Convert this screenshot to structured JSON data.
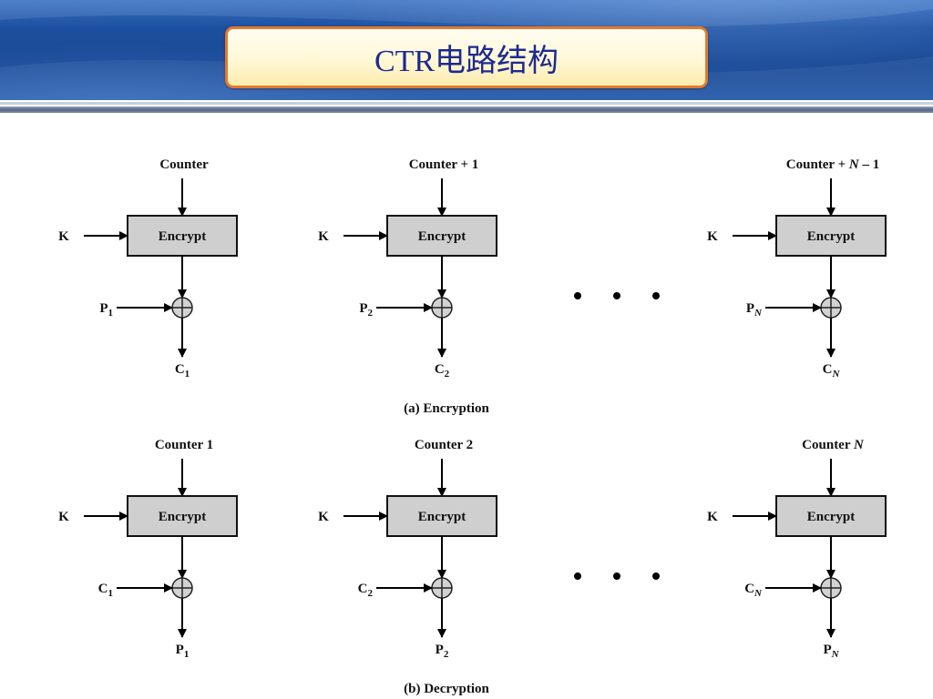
{
  "slide": {
    "title": "CTR电路结构"
  },
  "colors": {
    "header_blue": "#1c4f9f",
    "title_text": "#1d2a8f",
    "title_border": "#e5792b",
    "title_fill": "#fff8d6",
    "box_fill": "#cfcfcf"
  },
  "diagram": {
    "rows": [
      {
        "caption": "(a) Encryption",
        "key_label": "K",
        "function_label": "Encrypt",
        "stages": [
          {
            "counter": {
              "text": "Counter"
            },
            "input": {
              "base": "P",
              "sub": "1"
            },
            "output": {
              "base": "C",
              "sub": "1"
            }
          },
          {
            "counter": {
              "text": "Counter + 1"
            },
            "input": {
              "base": "P",
              "sub": "2"
            },
            "output": {
              "base": "C",
              "sub": "2"
            }
          },
          {
            "counter": {
              "text": "Counter + ",
              "var": "N",
              "suffix": " – 1"
            },
            "input": {
              "base": "P",
              "sub": "N"
            },
            "output": {
              "base": "C",
              "sub": "N"
            }
          }
        ]
      },
      {
        "caption": "(b) Decryption",
        "key_label": "K",
        "function_label": "Encrypt",
        "stages": [
          {
            "counter": {
              "text": "Counter 1"
            },
            "input": {
              "base": "C",
              "sub": "1"
            },
            "output": {
              "base": "P",
              "sub": "1"
            }
          },
          {
            "counter": {
              "text": "Counter 2"
            },
            "input": {
              "base": "C",
              "sub": "2"
            },
            "output": {
              "base": "P",
              "sub": "2"
            }
          },
          {
            "counter": {
              "text": "Counter ",
              "var": "N"
            },
            "input": {
              "base": "C",
              "sub": "N"
            },
            "output": {
              "base": "P",
              "sub": "N"
            }
          }
        ]
      }
    ]
  }
}
